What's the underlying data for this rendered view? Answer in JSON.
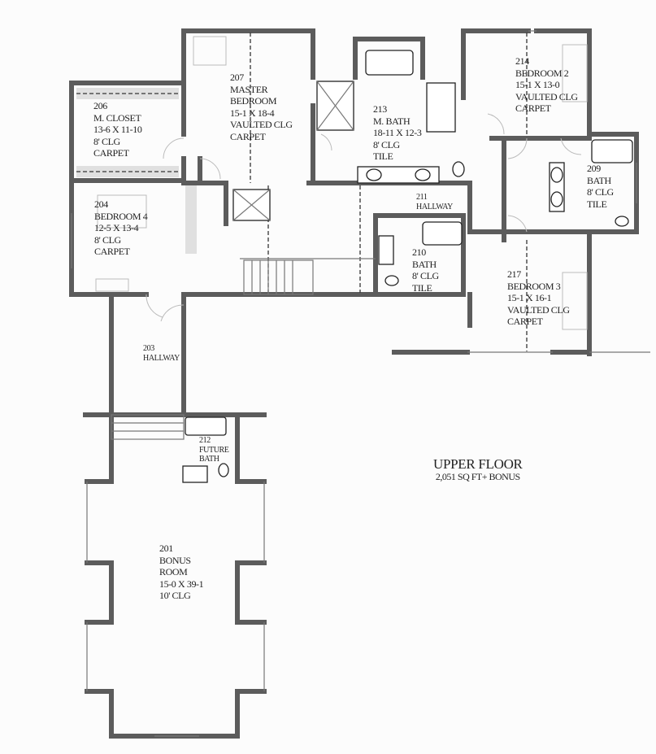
{
  "plan": {
    "title": "UPPER FLOOR",
    "subtitle": "2,051 SQ FT+ BONUS",
    "rooms": [
      {
        "id": "m-closet",
        "number": "206",
        "name": "M. CLOSET",
        "size": "13-6 X 11-10",
        "ceiling": "8' CLG",
        "floor": "CARPET"
      },
      {
        "id": "master-bedroom",
        "number": "207",
        "name": "MASTER",
        "name2": "BEDROOM",
        "size": "15-1 X 18-4",
        "ceiling": "VAULTED CLG",
        "floor": "CARPET"
      },
      {
        "id": "m-bath",
        "number": "213",
        "name": "M. BATH",
        "size": "18-11 X 12-3",
        "ceiling": "8' CLG",
        "floor": "TILE"
      },
      {
        "id": "bedroom-2",
        "number": "214",
        "name": "BEDROOM 2",
        "size": "15-1 X 13-0",
        "ceiling": "VAULTED CLG",
        "floor": "CARPET"
      },
      {
        "id": "bedroom-4",
        "number": "204",
        "name": "BEDROOM 4",
        "size": "12-5 X 13-4",
        "ceiling": "8' CLG",
        "floor": "CARPET"
      },
      {
        "id": "hallway-211",
        "number": "211",
        "name": "HALLWAY"
      },
      {
        "id": "bath-209",
        "number": "209",
        "name": "BATH",
        "ceiling": "8' CLG",
        "floor": "TILE"
      },
      {
        "id": "bath-210",
        "number": "210",
        "name": "BATH",
        "ceiling": "8' CLG",
        "floor": "TILE"
      },
      {
        "id": "bedroom-3",
        "number": "217",
        "name": "BEDROOM 3",
        "size": "15-1 X 16-1",
        "ceiling": "VAULTED CLG",
        "floor": "CARPET"
      },
      {
        "id": "hallway-203",
        "number": "203",
        "name": "HALLWAY"
      },
      {
        "id": "future-bath",
        "number": "212",
        "name": "FUTURE",
        "name2": "BATH"
      },
      {
        "id": "bonus-room",
        "number": "201",
        "name": "BONUS",
        "name2": "ROOM",
        "size": "15-0 X 39-1",
        "ceiling": "10' CLG"
      }
    ]
  }
}
